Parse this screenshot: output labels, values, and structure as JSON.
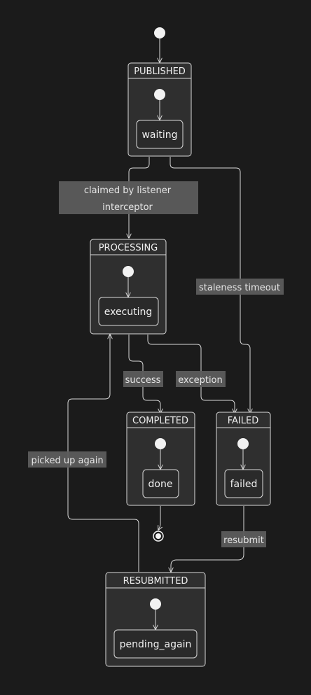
{
  "states": {
    "published": {
      "title": "PUBLISHED",
      "inner": "waiting"
    },
    "processing": {
      "title": "PROCESSING",
      "inner": "executing"
    },
    "completed": {
      "title": "COMPLETED",
      "inner": "done"
    },
    "failed": {
      "title": "FAILED",
      "inner": "failed"
    },
    "resubmitted": {
      "title": "RESUBMITTED",
      "inner": "pending_again"
    }
  },
  "transitions": {
    "claimed": [
      "claimed by listener",
      "interceptor"
    ],
    "staleness": "staleness timeout",
    "success": "success",
    "exception": "exception",
    "picked_up": "picked up again",
    "resubmit": "resubmit"
  }
}
